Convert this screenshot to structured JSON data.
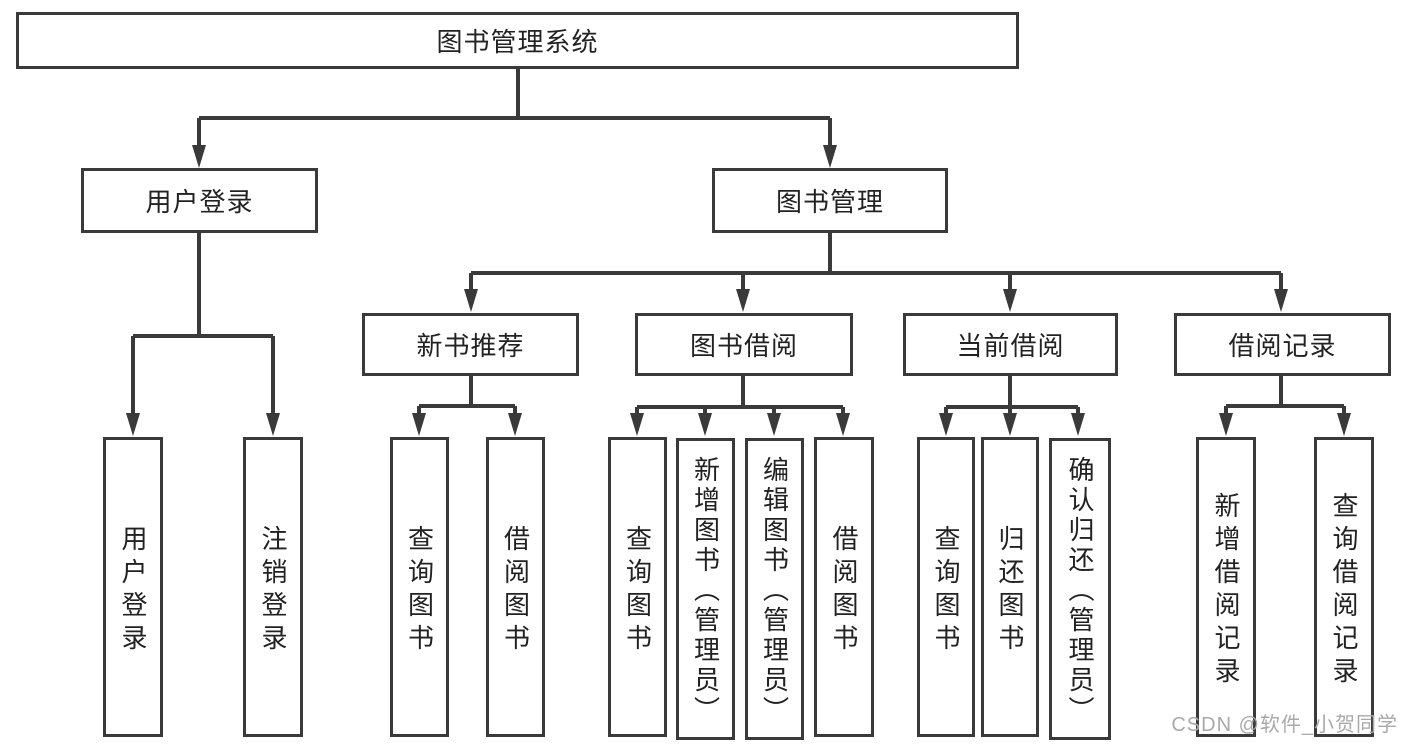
{
  "diagram": {
    "type": "hierarchy-tree",
    "root": {
      "label": "图书管理系统"
    },
    "level2": [
      {
        "label": "用户登录"
      },
      {
        "label": "图书管理"
      }
    ],
    "level3": [
      {
        "label": "新书推荐"
      },
      {
        "label": "图书借阅"
      },
      {
        "label": "当前借阅"
      },
      {
        "label": "借阅记录"
      }
    ],
    "leaves": {
      "user_login": [
        {
          "label": "用户登录"
        },
        {
          "label": "注销登录"
        }
      ],
      "new_books": [
        {
          "label": "查询图书"
        },
        {
          "label": "借阅图书"
        }
      ],
      "book_borrow": [
        {
          "label": "查询图书"
        },
        {
          "label": "新增图书（管理员）"
        },
        {
          "label": "编辑图书（管理员）"
        },
        {
          "label": "借阅图书"
        }
      ],
      "current_borrow": [
        {
          "label": "查询图书"
        },
        {
          "label": "归还图书"
        },
        {
          "label": "确认归还（管理员）"
        }
      ],
      "borrow_records": [
        {
          "label": "新增借阅记录"
        },
        {
          "label": "查询借阅记录"
        }
      ]
    },
    "colors": {
      "line": "#3a3a3a",
      "box_border": "#3a3a3a",
      "box_fill": "#ffffff",
      "text": "#222222",
      "background": "#ffffff",
      "watermark": "#a9a9a9"
    }
  },
  "watermark": {
    "text": "CSDN @软件_小贺同学"
  }
}
